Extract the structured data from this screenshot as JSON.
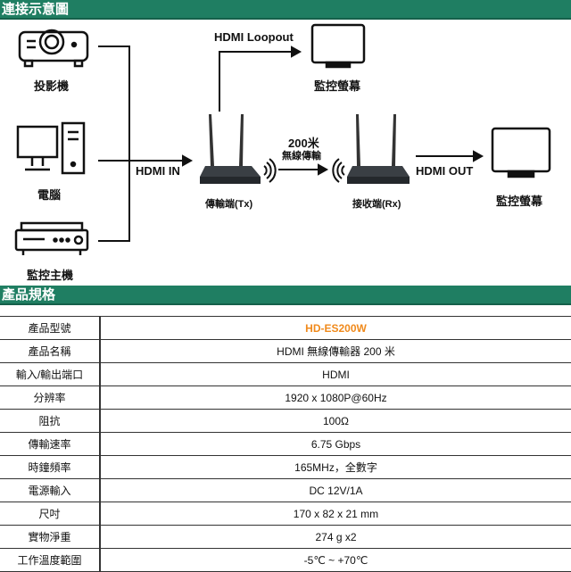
{
  "sections": {
    "connection": "連接示意圖",
    "specs": "產品規格"
  },
  "diagram": {
    "projector": "投影機",
    "computer": "電腦",
    "host": "監控主機",
    "monitor_loop": "監控螢幕",
    "monitor_out": "監控螢幕",
    "hdmi_in": "HDMI IN",
    "hdmi_loopout": "HDMI Loopout",
    "hdmi_out": "HDMI OUT",
    "distance": "200米",
    "wireless": "無線傳輸",
    "tx": "傳輸端(Tx)",
    "rx": "接收端(Rx)"
  },
  "colors": {
    "header": "#1f7e62",
    "accent": "#f08a1c"
  },
  "specs": [
    {
      "k": "產品型號",
      "v": "HD-ES200W"
    },
    {
      "k": "產品名稱",
      "v": "HDMI  無線傳輸器 200 米"
    },
    {
      "k": "輸入/輸出端口",
      "v": "HDMI"
    },
    {
      "k": "分辨率",
      "v": "1920 x 1080P@60Hz"
    },
    {
      "k": "阻抗",
      "v": "100Ω"
    },
    {
      "k": "傳輸速率",
      "v": "6.75 Gbps"
    },
    {
      "k": "時鐘頻率",
      "v": "165MHz，全數字"
    },
    {
      "k": "電源輸入",
      "v": "DC 12V/1A"
    },
    {
      "k": "尺吋",
      "v": "170 x 82 x 21 mm"
    },
    {
      "k": "實物淨重",
      "v": "274 g x2"
    },
    {
      "k": "工作溫度範圍",
      "v": "-5℃ ~ +70℃"
    }
  ]
}
